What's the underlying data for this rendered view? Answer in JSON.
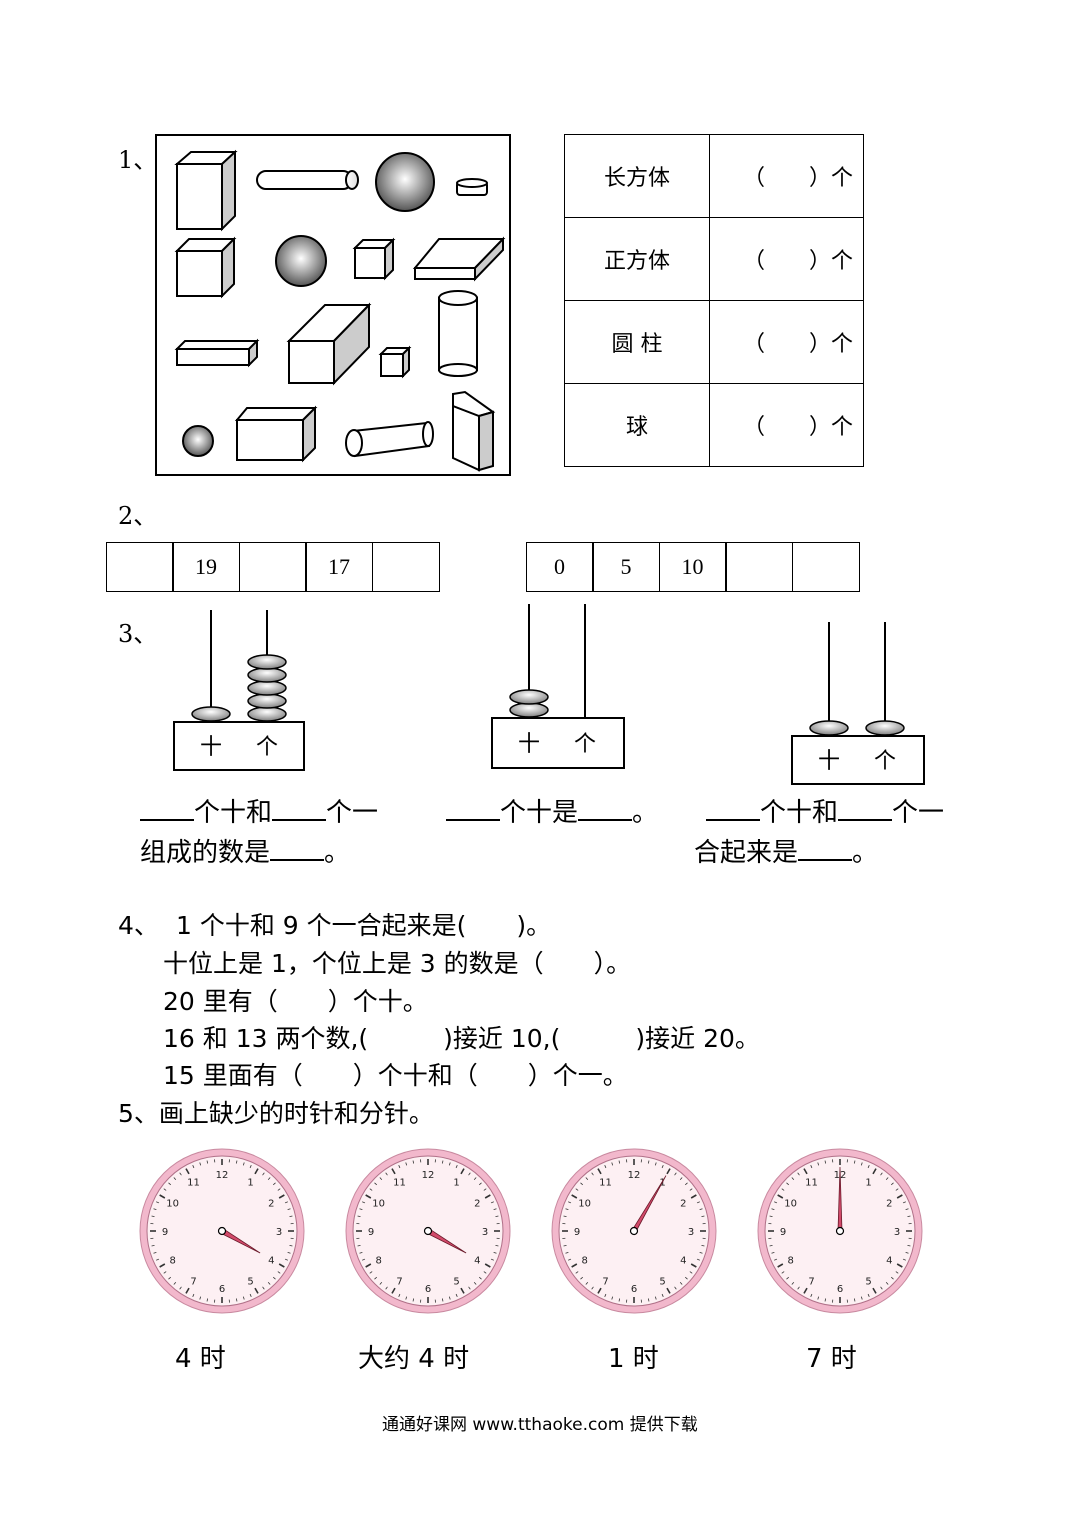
{
  "q1": {
    "number": "1、",
    "rows": [
      {
        "name": "长方体",
        "answer": "（　　）个"
      },
      {
        "name": "正方体",
        "answer": "（　　）个"
      },
      {
        "name": "圆 柱",
        "answer": "（　　）个"
      },
      {
        "name": "球",
        "answer": "（　　）个"
      }
    ]
  },
  "q2": {
    "number": "2、",
    "seq_left": [
      "",
      "19",
      "",
      "17",
      ""
    ],
    "seq_right": [
      "0",
      "5",
      "10",
      "",
      ""
    ]
  },
  "q3": {
    "number": "3、",
    "abacus_label_tens": "十",
    "abacus_label_ones": "个",
    "abaci": [
      {
        "tens": 1,
        "ones": 5
      },
      {
        "tens": 2,
        "ones": 0
      },
      {
        "tens": 1,
        "ones": 1
      }
    ],
    "text_a1": "个十和",
    "text_a2": "个一",
    "text_a3": "组成的数是",
    "text_b1": "个十是",
    "text_c1": "个十和",
    "text_c2": "个一",
    "text_c3": "合起来是",
    "period": "。"
  },
  "q4": {
    "number": "4、",
    "lines": [
      "1 个十和 9 个一合起来是(　　)。",
      "十位上是 1，个位上是 3 的数是（　　）。",
      "20 里有（　　）个十。",
      "16 和 13 两个数,(　　　)接近 10,(　　　)接近 20。",
      "15 里面有（　　）个十和（　　）个一。"
    ]
  },
  "q5": {
    "title": "5、画上缺少的时针和分针。",
    "clocks": [
      {
        "caption": "4 时",
        "hour_hand_deg": 120,
        "minute_hand_deg": null
      },
      {
        "caption": "大约 4 时",
        "hour_hand_deg": 120,
        "minute_hand_deg": null
      },
      {
        "caption": "1 时",
        "hour_hand_deg": null,
        "minute_hand_deg": 30
      },
      {
        "caption": "7 时",
        "hour_hand_deg": null,
        "minute_hand_deg": 0
      }
    ]
  },
  "colors": {
    "clock_rim": "#f2b8cc",
    "clock_face": "#fdf0f3",
    "hand": "#d24a6a"
  },
  "footer": "通通好课网  www.tthaoke.com  提供下载"
}
